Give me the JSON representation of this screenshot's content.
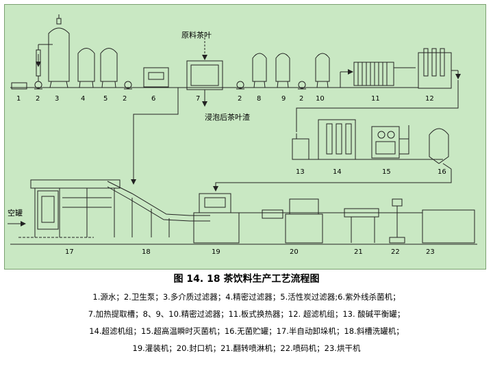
{
  "annotations": {
    "raw_tea": "原料茶叶",
    "spent_leaves": "浸泡后茶叶渣",
    "empty_cans": "空罐"
  },
  "numbers": [
    "1",
    "2",
    "3",
    "4",
    "5",
    "2",
    "6",
    "7",
    "2",
    "8",
    "9",
    "2",
    "10",
    "11",
    "12",
    "13",
    "14",
    "15",
    "16",
    "17",
    "18",
    "19",
    "20",
    "21",
    "22",
    "23"
  ],
  "caption": "图 14. 18  茶饮料生产工艺流程图",
  "legend": [
    "1.源水；2.卫生泵；3.多介质过滤器；4.精密过滤器；5.活性炭过滤器;6.紫外线杀菌机；",
    "7.加热提取槽；8、9、10.精密过滤器；11.板式换热器；12.  超滤机组；13.  酸碱平衡罐；",
    "14.超滤机组；15.超高温瞬时灭菌机；16.无菌贮罐；17.半自动卸垛机；18.斜槽洗罐机；",
    "19.灌装机；20.封口机；21.翻转喷淋机；22.喷码机；23.烘干机"
  ],
  "colors": {
    "panel": "#c9e8c3",
    "line": "#222222"
  }
}
